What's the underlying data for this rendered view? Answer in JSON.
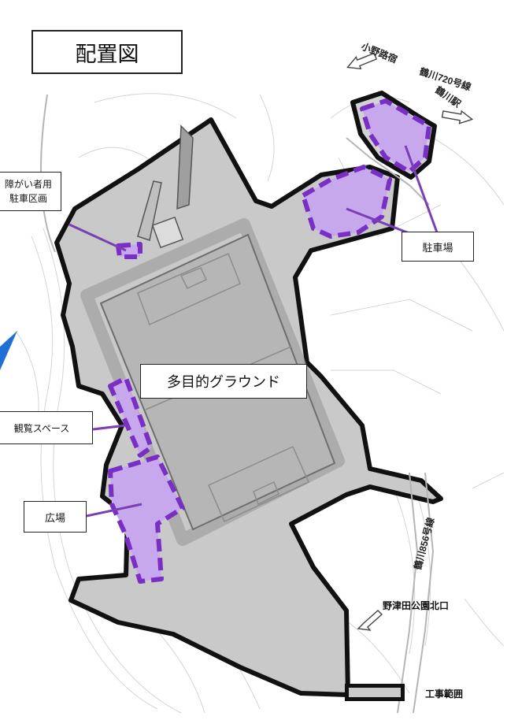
{
  "title": "配置図",
  "labels": {
    "disabled_parking_line1": "障がい者用",
    "disabled_parking_line2": "駐車区画",
    "parking": "駐車場",
    "ground": "多目的グラウンド",
    "viewing_space": "観覧スペース",
    "plaza": "広場"
  },
  "road_labels": {
    "route720": "鶴川720号線",
    "onoji": "小野路宿",
    "tsurukawa_station": "鶴川駅",
    "route856": "鶴川856号線",
    "nozuta_park_north": "野津田公園北口"
  },
  "legend": {
    "construction_area": "工事範囲"
  },
  "colors": {
    "site_fill": "#c9c9c9",
    "pitch_fill": "#b6b6b6",
    "boundary": "#111111",
    "facility_fill": "#c8a8ec",
    "facility_dash": "#7a2fc4",
    "leader_line": "#7a3fb4",
    "accent_arrow": "#1f6fd6",
    "background_lines": "#d4d4d4"
  }
}
